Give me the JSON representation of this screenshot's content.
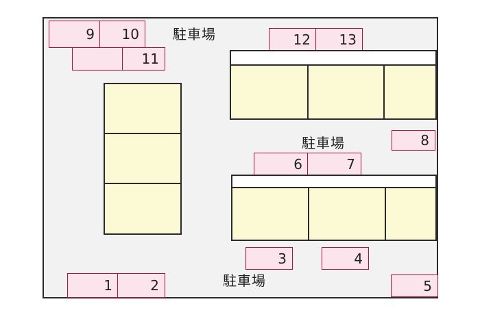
{
  "parking_label": "駐車場",
  "spaces": {
    "s1": "1",
    "s2": "2",
    "s3": "3",
    "s4": "4",
    "s5": "5",
    "s6": "6",
    "s7": "7",
    "s8": "8",
    "s9": "9",
    "s10": "10",
    "s11": "11",
    "s12": "12",
    "s13": "13"
  },
  "colors": {
    "space_fill": "#fce4ec",
    "space_border": "#b0123a",
    "building_fill": "#fcfad4",
    "lot_fill": "#f3f2f3",
    "outline": "#2a2a2a"
  }
}
